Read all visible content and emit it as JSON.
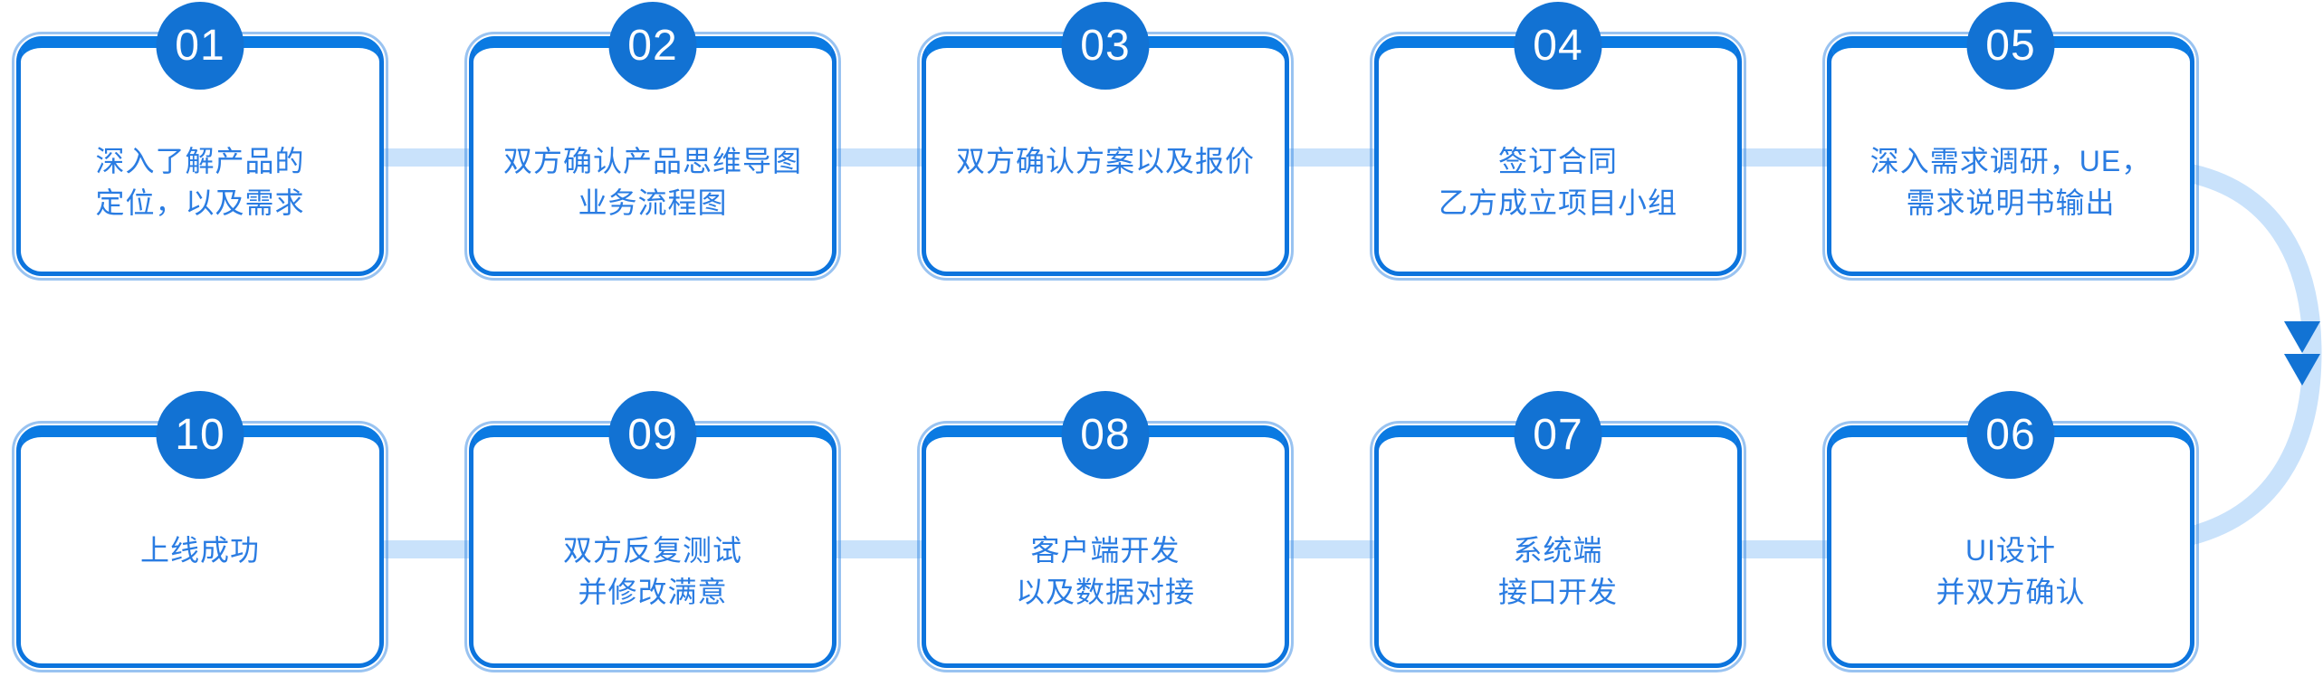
{
  "diagram": {
    "type": "process-flow",
    "language": "zh-CN",
    "rows_layout": "top row left-to-right steps 01-05, bottom row left-to-right steps 10-06, curved arrow on right connects 05 to 06"
  },
  "colors": {
    "accent_blue": "#0c74dd",
    "bar_blue": "#0a7ae2",
    "badge_blue": "#1272d3",
    "text_blue": "#2a7ce2",
    "connector_blue": "#c9e2fb",
    "arrow_blue": "#1273d4"
  },
  "steps": [
    {
      "number": "01",
      "lines": [
        "深入了解产品的",
        "定位，以及需求"
      ]
    },
    {
      "number": "02",
      "lines": [
        "双方确认产品思维导图",
        "业务流程图"
      ]
    },
    {
      "number": "03",
      "lines": [
        "双方确认方案以及报价"
      ]
    },
    {
      "number": "04",
      "lines": [
        "签订合同",
        "乙方成立项目小组"
      ]
    },
    {
      "number": "05",
      "lines": [
        "深入需求调研，UE，",
        "需求说明书输出"
      ]
    },
    {
      "number": "06",
      "lines": [
        "UI设计",
        "并双方确认"
      ]
    },
    {
      "number": "07",
      "lines": [
        "系统端",
        "接口开发"
      ]
    },
    {
      "number": "08",
      "lines": [
        "客户端开发",
        "以及数据对接"
      ]
    },
    {
      "number": "09",
      "lines": [
        "双方反复测试",
        "并修改满意"
      ]
    },
    {
      "number": "10",
      "lines": [
        "上线成功"
      ]
    }
  ],
  "rows": {
    "top": [
      "01",
      "02",
      "03",
      "04",
      "05"
    ],
    "bottom": [
      "10",
      "09",
      "08",
      "07",
      "06"
    ]
  }
}
